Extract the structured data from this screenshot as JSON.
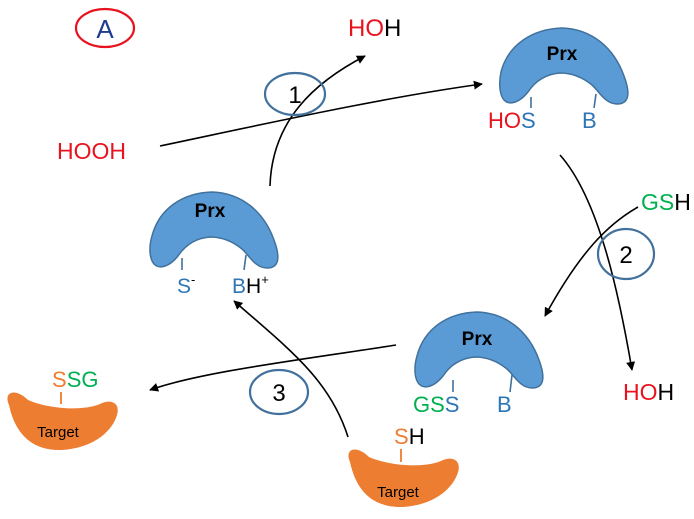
{
  "panel_label": "A",
  "colors": {
    "enzyme": "#5b9bd5",
    "enzyme_stroke": "#41719c",
    "target": "#ed7d31",
    "red": "#e8131e",
    "green": "#00b050",
    "blue_text": "#2e75b6",
    "black": "#000000",
    "step_circle": "#41719c",
    "panel_circle": "#e8131e",
    "panel_text": "#1f3a93"
  },
  "enzyme_label": "Prx",
  "target_label": "Target",
  "steps": [
    "1",
    "2",
    "3"
  ],
  "species": {
    "hooh": "HOOH",
    "water_top": {
      "ho": "HO",
      "h": "H"
    },
    "water_right": {
      "ho": "HO",
      "h": "H"
    },
    "gsh": {
      "gs": "GS",
      "h": "H"
    },
    "ssg": {
      "s": "S",
      "sg": "SG"
    },
    "target_sh": {
      "s": "S",
      "h": "H"
    }
  },
  "prx_oxidized": {
    "ho": "HO",
    "s": "S",
    "b": "B"
  },
  "prx_reduced": {
    "s": "S",
    "sup_minus": "-",
    "b": "B",
    "h": "H",
    "sup_plus": "+"
  },
  "prx_glutathionylated": {
    "gs": "GS",
    "s": "S",
    "b": "B"
  }
}
